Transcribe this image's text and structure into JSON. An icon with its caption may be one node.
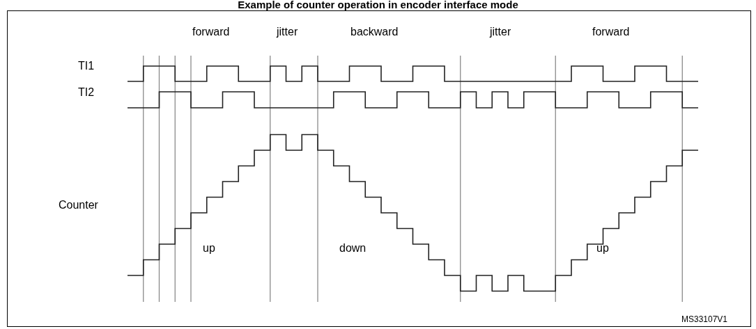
{
  "diagram": {
    "title": "Example of counter operation in encoder interface mode",
    "labels": [
      "forward",
      "jitter",
      "backward",
      "jitter",
      "forward",
      "TI1",
      "TI2",
      "Counter",
      "up",
      "down",
      "up",
      "MS33107V1"
    ]
  }
}
